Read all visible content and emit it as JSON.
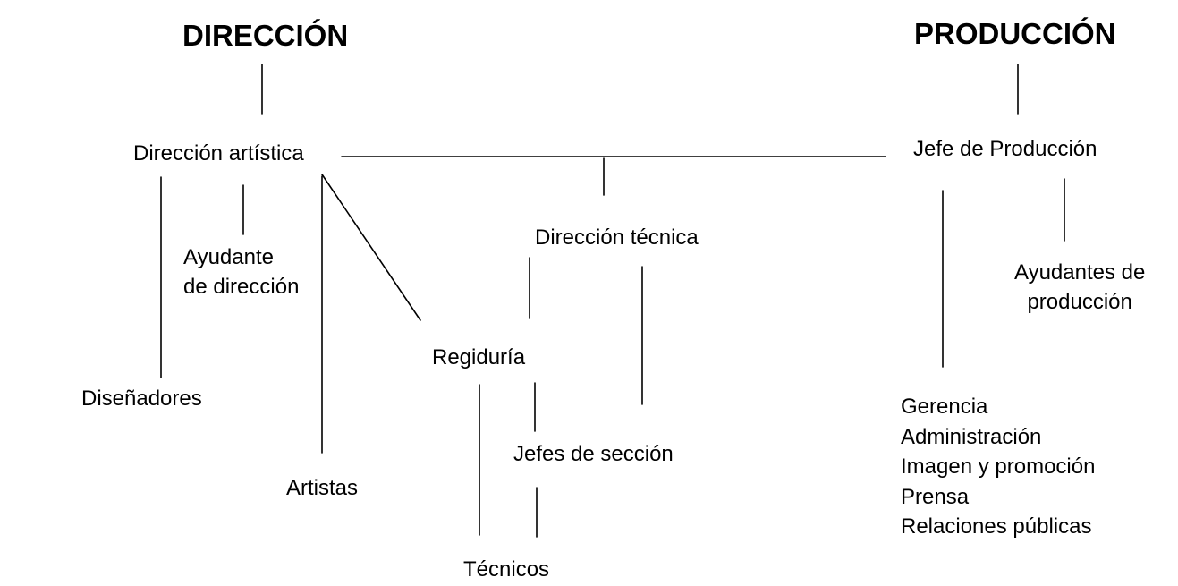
{
  "headings": {
    "direccion": "DIRECCIÓN",
    "produccion": "PRODUCCIÓN"
  },
  "nodes": {
    "direccion_artistica": "Dirección artística",
    "jefe_produccion": "Jefe de Producción",
    "ayudante_direccion": [
      "Ayudante",
      "de dirección"
    ],
    "diseñadores": "Diseñadores",
    "artistas": "Artistas",
    "direccion_tecnica": "Dirección técnica",
    "regiduria": "Regiduría",
    "jefes_seccion": "Jefes de sección",
    "tecnicos": "Técnicos",
    "ayudantes_produccion": [
      "Ayudantes de",
      "producción"
    ],
    "areas_produccion": [
      "Gerencia",
      "Administración",
      "Imagen y promoción",
      "Prensa",
      "Relaciones públicas"
    ]
  }
}
